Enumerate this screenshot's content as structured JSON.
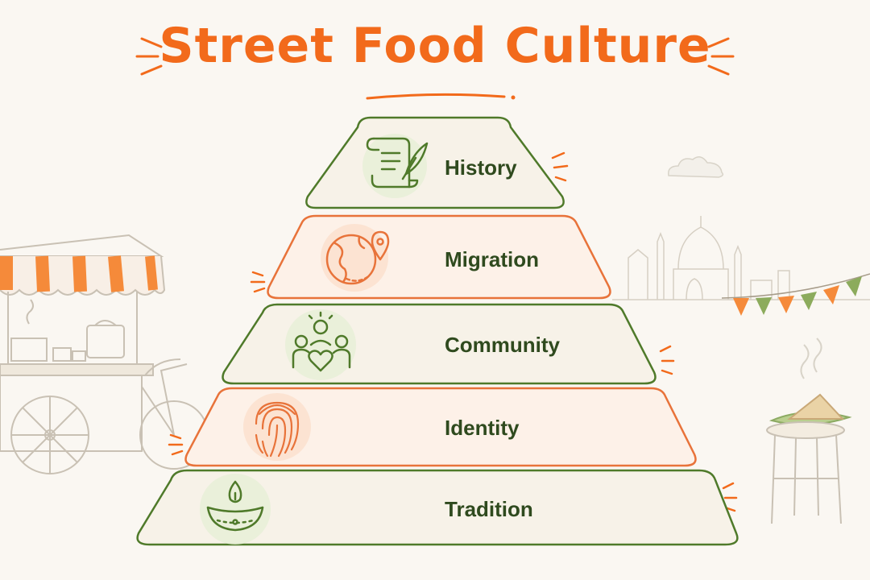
{
  "title": "Street Food Culture",
  "colors": {
    "accent": "#f26a1b",
    "green_border": "#4f7a2a",
    "orange_border": "#e8733a",
    "label_text": "#2f4a1e",
    "layer_fill": "#f7f2e8"
  },
  "pyramid": {
    "layers": [
      {
        "label": "History",
        "icon": "scroll-quill-icon",
        "tone": "green"
      },
      {
        "label": "Migration",
        "icon": "globe-location-pin-icon",
        "tone": "orange"
      },
      {
        "label": "Community",
        "icon": "people-heart-icon",
        "tone": "green"
      },
      {
        "label": "Identity",
        "icon": "fingerprint-icon",
        "tone": "orange"
      },
      {
        "label": "Tradition",
        "icon": "diya-lamp-icon",
        "tone": "green"
      }
    ]
  },
  "decorations": [
    "food-cart-illustration",
    "taj-mahal-sketch",
    "bunting-flags",
    "samosa-stool-illustration",
    "cloud-icon"
  ]
}
